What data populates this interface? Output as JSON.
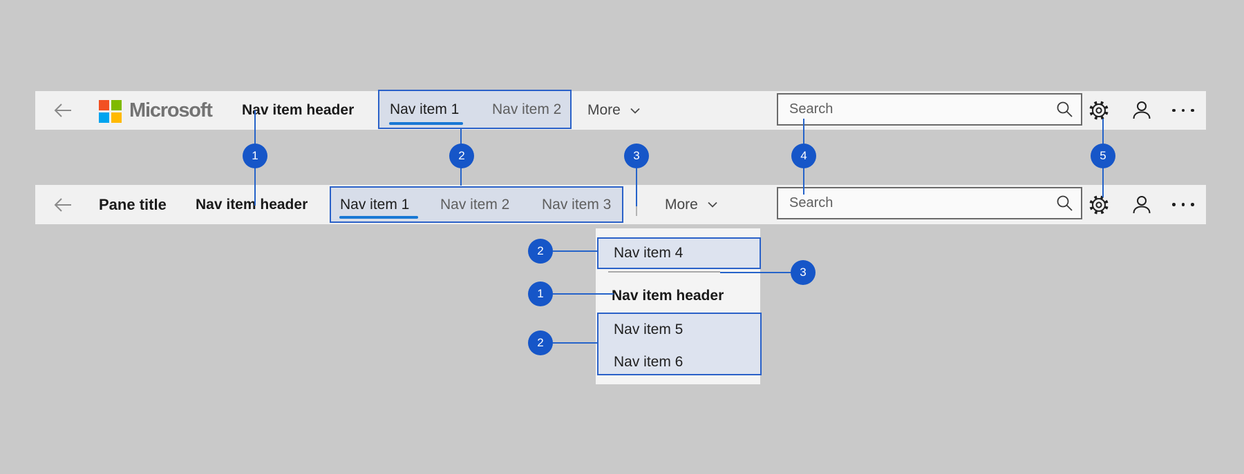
{
  "colors": {
    "callout_blue": "#1656c8",
    "annotation_line_blue": "#2563c9",
    "selected_underline_blue": "#1878d4",
    "bar_background": "#f1f1f1",
    "page_background": "#c9c9c9",
    "highlight_fill": "#d7dde9",
    "ms_logo": {
      "red": "#f25022",
      "green": "#7fba00",
      "blue": "#00a4ef",
      "yellow": "#ffb900"
    }
  },
  "top_bar": {
    "logo_text": "Microsoft",
    "nav_item_header": "Nav item header",
    "nav_items": [
      "Nav item 1",
      "Nav item 2"
    ],
    "more_label": "More",
    "search_placeholder": "Search"
  },
  "pane_bar": {
    "pane_title": "Pane title",
    "nav_item_header": "Nav item header",
    "nav_items": [
      "Nav item 1",
      "Nav item 2",
      "Nav item 3"
    ],
    "more_label": "More",
    "search_placeholder": "Search"
  },
  "overflow_menu": {
    "item_4": "Nav item 4",
    "header": "Nav item header",
    "item_5": "Nav item 5",
    "item_6": "Nav item 6"
  },
  "callouts": {
    "nav_header": "1",
    "nav_items_group": "2",
    "more_divider": "3",
    "search": "4",
    "settings": "5",
    "menu_item4_group": "2",
    "menu_header": "1",
    "menu_items_group": "2",
    "menu_divider": "3"
  }
}
